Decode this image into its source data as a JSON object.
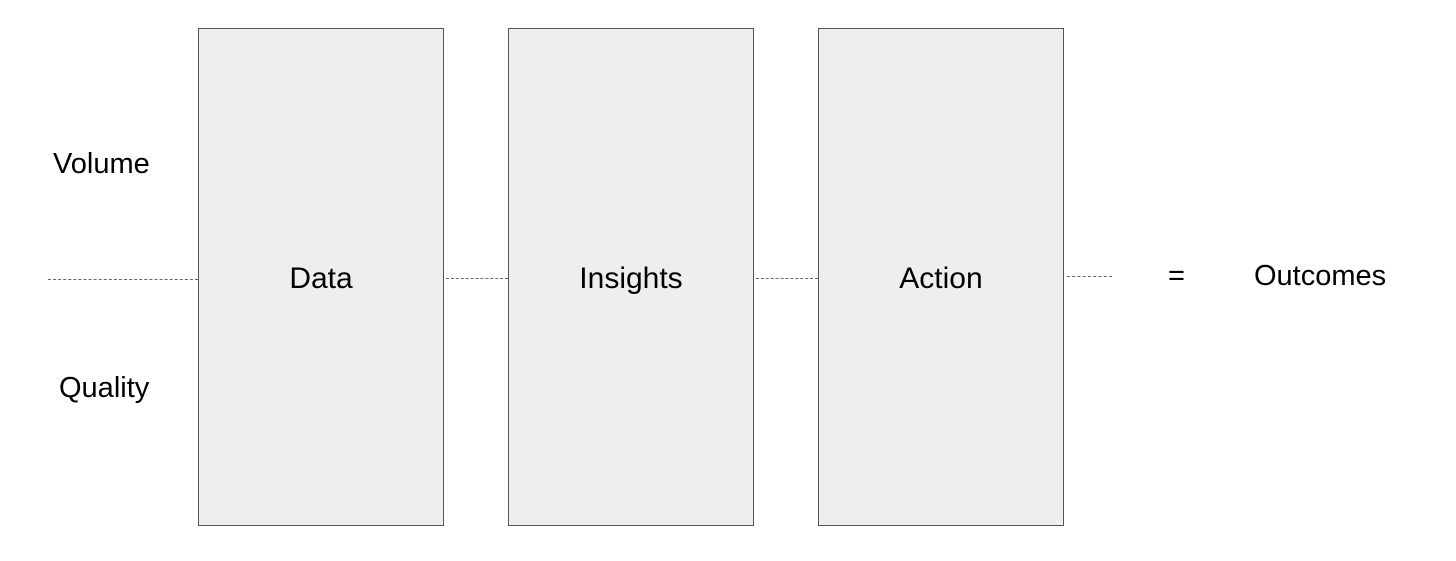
{
  "diagram": {
    "inputs": [
      {
        "label": "Volume"
      },
      {
        "label": "Quality"
      }
    ],
    "stages": [
      {
        "label": "Data"
      },
      {
        "label": "Insights"
      },
      {
        "label": "Action"
      }
    ],
    "equals_symbol": "=",
    "result": "Outcomes"
  }
}
